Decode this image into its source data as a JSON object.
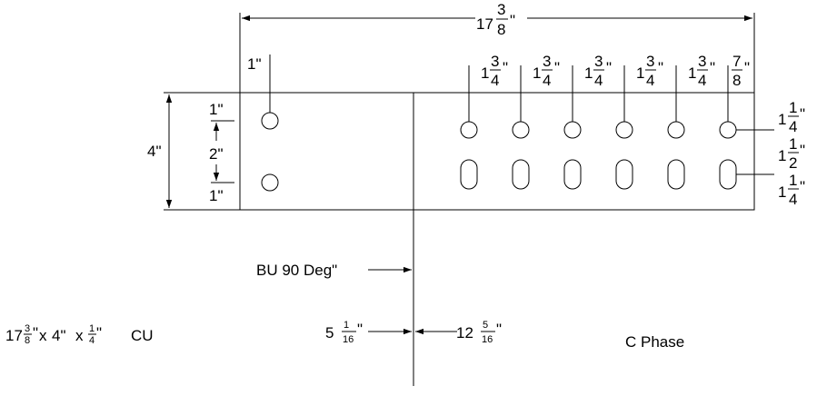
{
  "drawing": {
    "overall_length": {
      "whole": "17",
      "num": "3",
      "den": "8"
    },
    "left_edge_offset": "1\"",
    "top_spacings": [
      {
        "whole": "1",
        "num": "3",
        "den": "4"
      },
      {
        "whole": "1",
        "num": "3",
        "den": "4"
      },
      {
        "whole": "1",
        "num": "3",
        "den": "4"
      },
      {
        "whole": "1",
        "num": "3",
        "den": "4"
      },
      {
        "whole": "1",
        "num": "3",
        "den": "4"
      },
      {
        "whole": "",
        "num": "7",
        "den": "8"
      }
    ],
    "height": "4\"",
    "left_vertical": {
      "top": "1\"",
      "middle": "2\"",
      "bottom": "1\""
    },
    "right_vertical": [
      {
        "whole": "1",
        "num": "1",
        "den": "4"
      },
      {
        "whole": "1",
        "num": "1",
        "den": "2"
      },
      {
        "whole": "1",
        "num": "1",
        "den": "4"
      }
    ],
    "bend_label": "BU 90 Deg\"",
    "bend_left": {
      "whole": "5",
      "num": "1",
      "den": "16"
    },
    "bend_right": {
      "whole": "12",
      "num": "5",
      "den": "16"
    },
    "bar_spec": {
      "length_whole": "17",
      "length_num": "3",
      "length_den": "8",
      "width": "4\"",
      "thick_num": "1",
      "thick_den": "4",
      "material": "CU"
    },
    "phase_label": "C Phase"
  }
}
